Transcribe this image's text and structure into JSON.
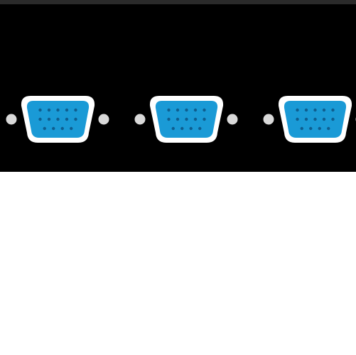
{
  "colors": {
    "panel": "#000000",
    "connector_face": "#1a9ad6",
    "connector_shell": "#ffffff",
    "pin": "#0e5e8f",
    "screw": "#d9d9d9",
    "background": "#ffffff"
  },
  "ports": [
    {
      "icon": "vga-port-icon"
    },
    {
      "icon": "vga-port-icon"
    },
    {
      "icon": "vga-port-icon"
    }
  ],
  "pin_rows": [
    5,
    5,
    4
  ]
}
